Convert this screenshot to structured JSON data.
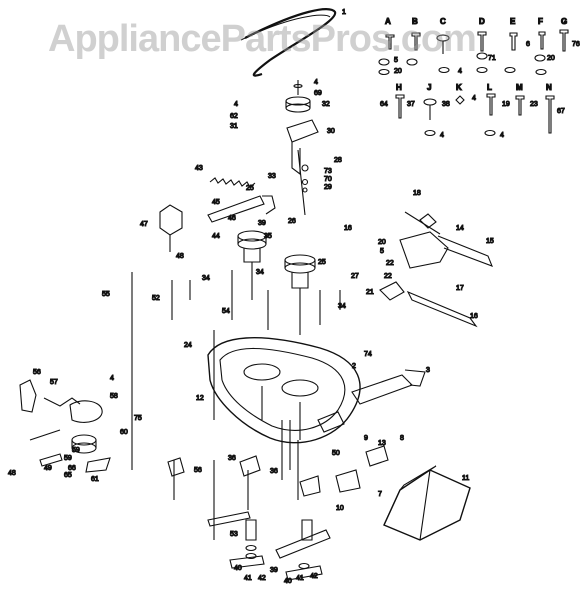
{
  "watermark": "AppliancePartsPros.com",
  "colors": {
    "line": "#111111",
    "background": "#ffffff",
    "watermark": "#969696"
  },
  "hardware_letters": [
    "A",
    "B",
    "C",
    "D",
    "E",
    "F",
    "G",
    "H",
    "J",
    "K",
    "L",
    "M",
    "N"
  ],
  "hardware_numbers": [
    "5",
    "6",
    "20",
    "71",
    "76",
    "20",
    "4",
    "64",
    "37",
    "38",
    "4",
    "19",
    "23",
    "67",
    "4",
    "4"
  ],
  "callouts": [
    "1",
    "4",
    "69",
    "32",
    "4",
    "62",
    "31",
    "30",
    "43",
    "28",
    "73",
    "70",
    "29",
    "33",
    "25",
    "26",
    "18",
    "14",
    "15",
    "47",
    "45",
    "46",
    "44",
    "39",
    "35",
    "16",
    "20",
    "5",
    "22",
    "48",
    "34",
    "34",
    "25",
    "17",
    "55",
    "52",
    "54",
    "27",
    "21",
    "22",
    "34",
    "16",
    "24",
    "56",
    "57",
    "2",
    "74",
    "3",
    "4",
    "58",
    "12",
    "75",
    "59",
    "49",
    "65",
    "66",
    "61",
    "60",
    "13",
    "9",
    "8",
    "11",
    "48",
    "50",
    "7",
    "10",
    "36",
    "36",
    "40",
    "41",
    "42",
    "39",
    "40",
    "41",
    "42",
    "53",
    "59",
    "56"
  ]
}
